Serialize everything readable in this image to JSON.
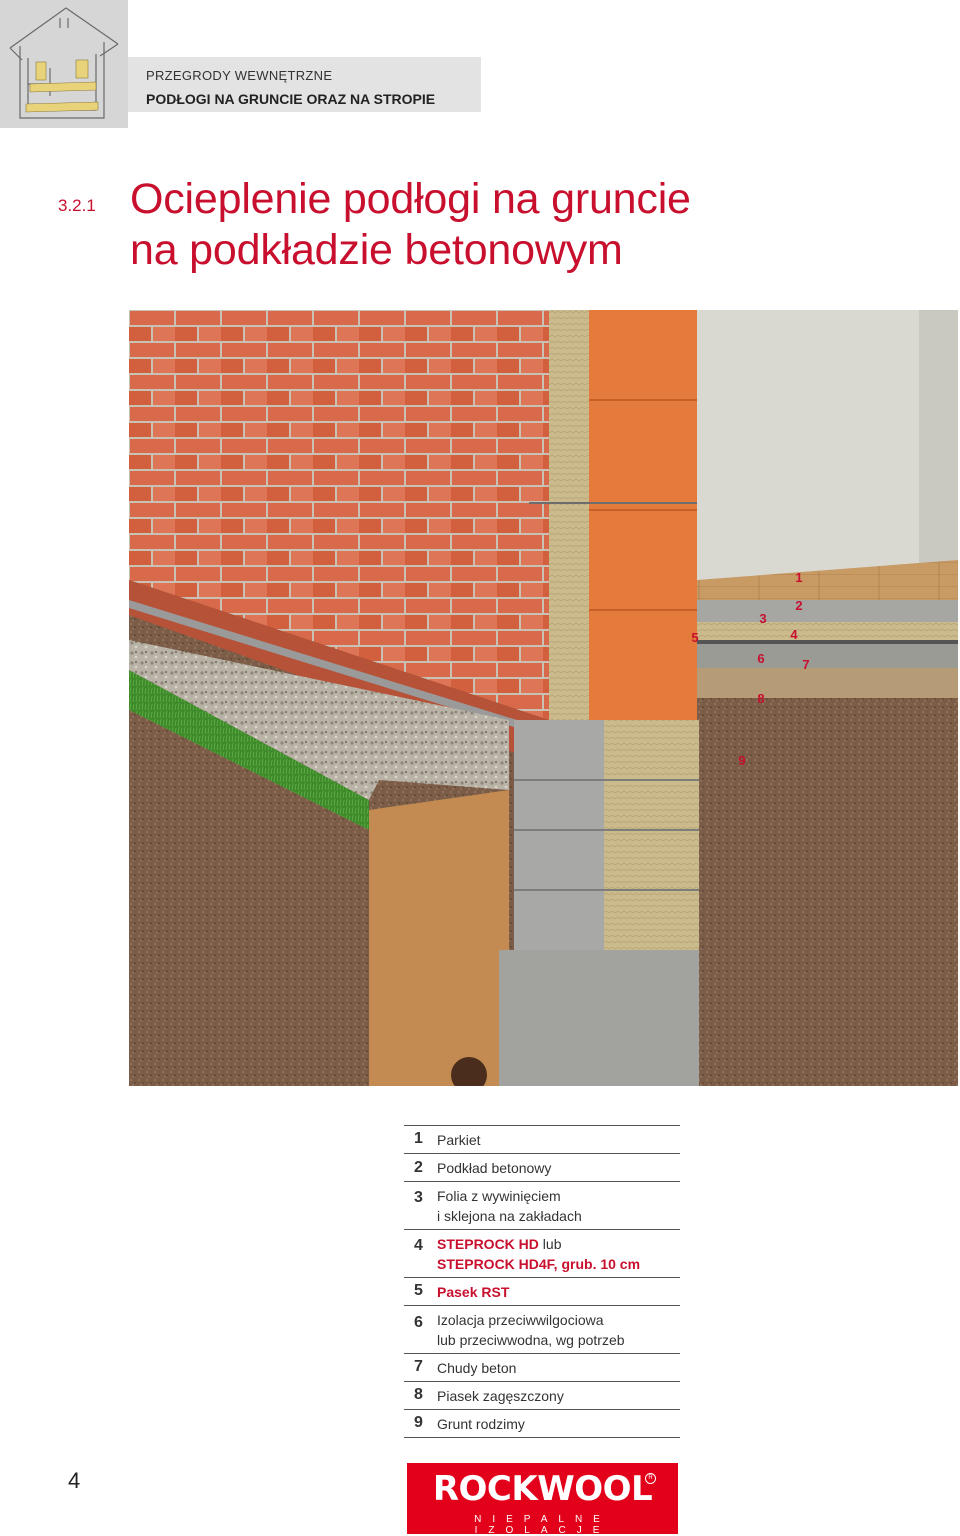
{
  "header": {
    "section_label": "PRZEGRODY WEWNĘTRZNE",
    "section_title": "PODŁOGI NA GRUNCIE ORAZ NA STROPIE"
  },
  "page": {
    "section_number": "3.2.1",
    "title_line1": "Ocieplenie podłogi na gruncie",
    "title_line2": "na podkładzie betonowym",
    "page_number": "4"
  },
  "callouts": [
    "1",
    "2",
    "3",
    "4",
    "5",
    "6",
    "7",
    "8",
    "9"
  ],
  "legend": [
    {
      "num": "1",
      "text": "Parkiet"
    },
    {
      "num": "2",
      "text": "Podkład betonowy"
    },
    {
      "num": "3",
      "line1": "Folia z wywinięciem",
      "line2": "i sklejona na zakładach"
    },
    {
      "num": "4",
      "bold1": "STEPROCK HD",
      "rest1": " lub",
      "bold2": "STEPROCK HD4F, grub. 10 cm"
    },
    {
      "num": "5",
      "bold": "Pasek RST"
    },
    {
      "num": "6",
      "line1": "Izolacja przeciwwilgociowa",
      "line2": "lub przeciwwodna, wg potrzeb"
    },
    {
      "num": "7",
      "text": "Chudy beton"
    },
    {
      "num": "8",
      "text": "Piasek zagęszczony"
    },
    {
      "num": "9",
      "text": "Grunt rodzimy"
    }
  ],
  "logo": {
    "brand": "ROCKWOOL",
    "tagline": "NIEPALNE IZOLACJE"
  },
  "colors": {
    "accent": "#c8102e",
    "logo_bg": "#e2001a",
    "brick": "#d8684a",
    "insulation": "#c9b98a",
    "concrete": "#a9a9a7",
    "soil": "#7d5e46",
    "grass": "#3f8a2c",
    "parquet": "#c99a63"
  }
}
